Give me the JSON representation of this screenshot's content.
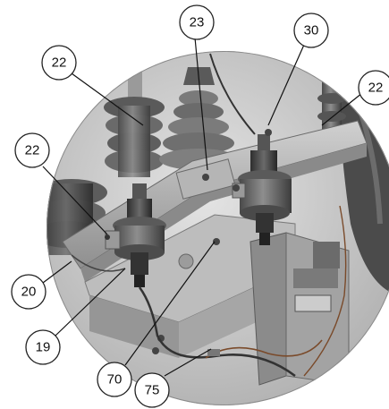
{
  "figure": {
    "callouts": [
      {
        "id": "c22a",
        "label": "22"
      },
      {
        "id": "c23",
        "label": "23"
      },
      {
        "id": "c30",
        "label": "30"
      },
      {
        "id": "c22b",
        "label": "22"
      },
      {
        "id": "c22c",
        "label": "22"
      },
      {
        "id": "c20",
        "label": "20"
      },
      {
        "id": "c19",
        "label": "19"
      },
      {
        "id": "c70",
        "label": "70"
      },
      {
        "id": "c75",
        "label": "75"
      }
    ]
  }
}
